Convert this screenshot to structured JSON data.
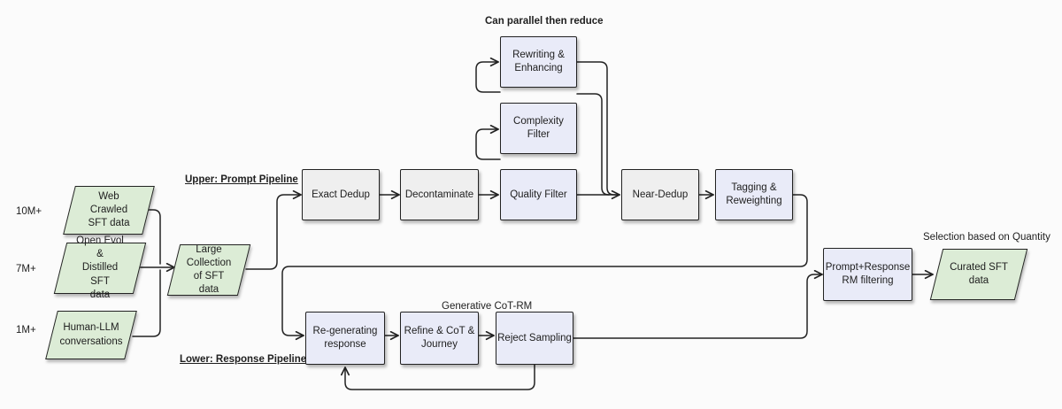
{
  "title": "Can parallel then reduce",
  "sources": [
    {
      "id": "web",
      "text": "Web Crawled\nSFT data",
      "size": "10M+"
    },
    {
      "id": "evol",
      "text": "Open  Evol &\nDistilled SFT\ndata",
      "size": "7M+"
    },
    {
      "id": "human",
      "text": "Human-LLM\nconversations",
      "size": "1M+"
    }
  ],
  "collection": "Large\nCollection\nof SFT data",
  "upper_label": "Upper: Prompt Pipeline",
  "lower_label": "Lower: Response  Pipeline",
  "prompt_steps": {
    "exact_dedup": "Exact Dedup",
    "decontaminate": "Decontaminate",
    "quality_filter": "Quality Filter",
    "rewriting": "Rewriting &\nEnhancing",
    "complexity": "Complexity\nFilter",
    "near_dedup": "Near-Dedup",
    "tagging": "Tagging &\nReweighting"
  },
  "response_steps": {
    "group_label": "Generative CoT-RM",
    "regen": "Re-generating\nresponse",
    "refine": "Refine & CoT &\nJourney",
    "reject": "Reject Sampling"
  },
  "rm_filter": "Prompt+Response\nRM filtering",
  "selection_label": "Selection based on Quantity",
  "output": "Curated SFT\ndata",
  "colors": {
    "source_fill": "#dcecd6",
    "gray_fill": "#efefef",
    "lavender_fill": "#e9ebf8",
    "stroke": "#222222"
  }
}
